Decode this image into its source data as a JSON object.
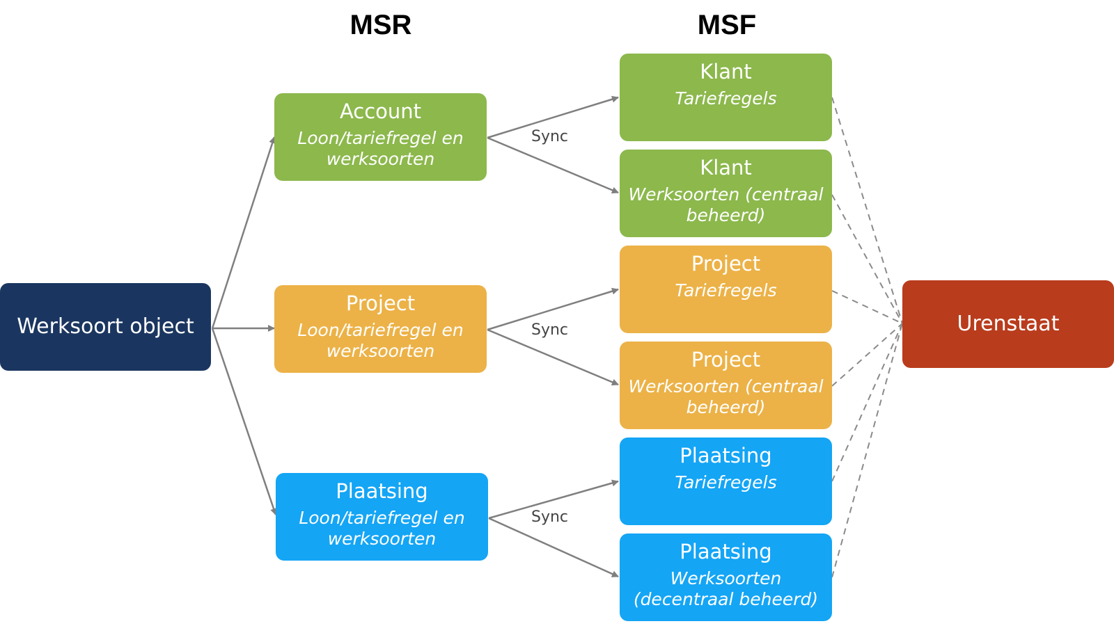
{
  "headers": {
    "left": "MSR",
    "right": "MSF"
  },
  "source": {
    "label": "Werksoort object",
    "color": "#1a3660"
  },
  "target": {
    "label": "Urenstaat",
    "color": "#b93c1c"
  },
  "sync_label": "Sync",
  "msr": [
    {
      "title": "Account",
      "subtitle": "Loon/tariefregel en werksoorten",
      "color": "#8cb84c"
    },
    {
      "title": "Project",
      "subtitle": "Loon/tariefregel en werksoorten",
      "color": "#ecb247"
    },
    {
      "title": "Plaatsing",
      "subtitle": "Loon/tariefregel en werksoorten",
      "color": "#14a5f5"
    }
  ],
  "msf": [
    {
      "title": "Klant",
      "subtitle": "Tariefregels",
      "color": "#8cb84c"
    },
    {
      "title": "Klant",
      "subtitle": "Werksoorten (centraal beheerd)",
      "color": "#8cb84c"
    },
    {
      "title": "Project",
      "subtitle": "Tariefregels",
      "color": "#ecb247"
    },
    {
      "title": "Project",
      "subtitle": "Werksoorten (centraal beheerd)",
      "color": "#ecb247"
    },
    {
      "title": "Plaatsing",
      "subtitle": "Tariefregels",
      "color": "#14a5f5"
    },
    {
      "title": "Plaatsing",
      "subtitle": "Werksoorten (decentraal beheerd)",
      "color": "#14a5f5"
    }
  ]
}
